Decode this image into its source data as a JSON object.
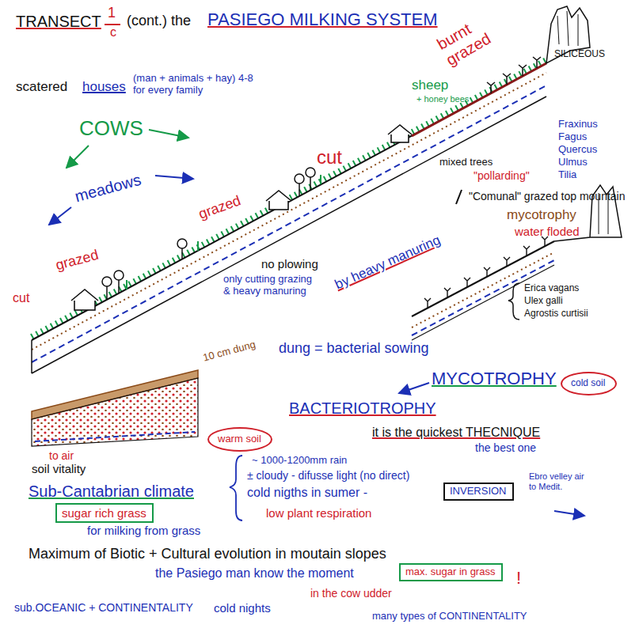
{
  "diagram": {
    "title": "PASIEGO MILKING SYSTEM",
    "nodes": [
      {
        "text": [
          "cold soil"
        ]
      },
      {
        "text": [
          "warm soil"
        ]
      },
      {
        "text": [
          "INVERSION"
        ]
      },
      {
        "text": [
          "sugar rich grass"
        ]
      },
      {
        "text": [
          "max. sugar in grass"
        ]
      }
    ],
    "labels": [
      "TRANSECT",
      "1",
      "c",
      "(cont.) the",
      "SILICEOUS",
      "burnt grazed",
      "scatered",
      "houses",
      "(man + animals + hay) 4-8 for every family",
      "sheep",
      "+ honey bees",
      "Fraxinus",
      "Fagus",
      "Quercus",
      "Ulmus",
      "Tilia",
      "mixed trees",
      "\"pollarding\"",
      "COWS",
      "cut",
      "\"Comunal\" grazed top mountain",
      "meadows",
      "grazed",
      "grazed",
      "cut",
      "no plowing",
      "only cutting grazing & heavy manuring",
      "by heavy manuring",
      "mycotrophy",
      "water floded",
      "Erica vagans",
      "Ulex galli",
      "Agrostis curtisii",
      "10 cm dung",
      "dung = bacterial sowing",
      "to air",
      "soil vitality",
      "BACTERIOTROPHY",
      "MYCOTROPHY",
      "it is the quickest THECNIQUE",
      "the best one",
      "Sub-Cantabrian climate",
      "~ 1000-1200mm rain",
      "± cloudy - difusse light (no direct)",
      "cold nigths in sumer -",
      "Ebro velley air to Medit.",
      "low plant respiration",
      "for milking from grass",
      "Maximum of Biotic + Cultural evolution in moutain slopes",
      "the Pasiego man know the moment",
      "in the cow udder",
      "!",
      "sub.OCEANIC + CONTINENTALITY",
      "cold nights",
      "many types of CONTINENTALITY"
    ]
  }
}
